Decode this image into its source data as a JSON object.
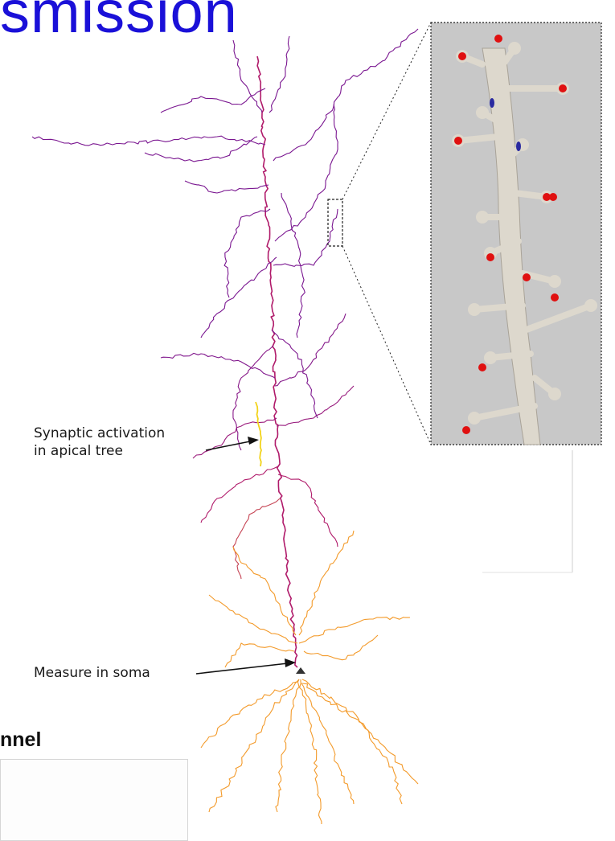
{
  "title_fragment": "smission",
  "section_fragment": "nnel",
  "annotations": {
    "synaptic_line1": "Synaptic activation",
    "synaptic_line2": "in apical tree",
    "soma": "Measure in soma"
  },
  "colors": {
    "title": "#1a10d8",
    "apical_top": "#7a1690",
    "apical_mid": "#b01a6a",
    "basal": "#f39a2a",
    "activation": "#f2d31a",
    "synapse_red": "#e01010",
    "synapse_blue": "#2a2aa0",
    "dendrite_surface": "#ddd8cd",
    "inset_bg": "#c8c8c8"
  }
}
